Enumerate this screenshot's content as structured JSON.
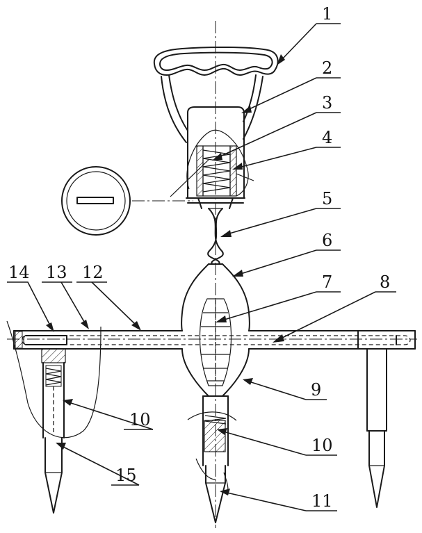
{
  "diagram": {
    "labels": [
      {
        "id": "part-1",
        "text": "1"
      },
      {
        "id": "part-2",
        "text": "2"
      },
      {
        "id": "part-3",
        "text": "3"
      },
      {
        "id": "part-4",
        "text": "4"
      },
      {
        "id": "part-5",
        "text": "5"
      },
      {
        "id": "part-6",
        "text": "6"
      },
      {
        "id": "part-7",
        "text": "7"
      },
      {
        "id": "part-8",
        "text": "8"
      },
      {
        "id": "part-9",
        "text": "9"
      },
      {
        "id": "part-10a",
        "text": "10"
      },
      {
        "id": "part-10b",
        "text": "10"
      },
      {
        "id": "part-11",
        "text": "11"
      },
      {
        "id": "part-12",
        "text": "12"
      },
      {
        "id": "part-13",
        "text": "13"
      },
      {
        "id": "part-14",
        "text": "14"
      },
      {
        "id": "part-15",
        "text": "15"
      }
    ]
  }
}
